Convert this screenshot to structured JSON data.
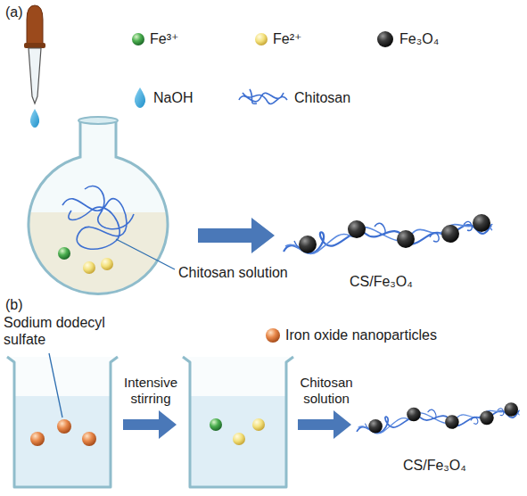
{
  "diagram": {
    "labels": [
      "(a)",
      "Chitosan solution",
      "CS/Fe₃O₄",
      "(b)",
      "Sodium dodecyl sulfate",
      "Intensive stirring",
      "Chitosan solution",
      "CS/Fe₃O₄"
    ],
    "legend": [
      {
        "text": "Fe³⁺"
      },
      {
        "text": "Fe²⁺"
      },
      {
        "text": "Fe₃O₄"
      },
      {
        "text": "NaOH"
      },
      {
        "text": "Chitosan"
      },
      {
        "text": "Iron oxide nanoparticles"
      }
    ]
  }
}
